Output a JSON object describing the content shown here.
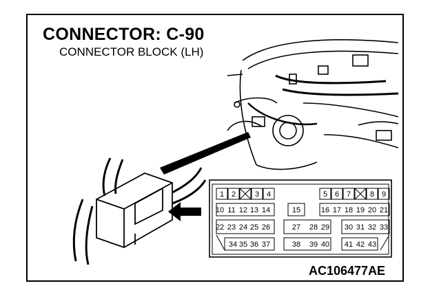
{
  "title": "CONNECTOR: C-90",
  "subtitle": "CONNECTOR BLOCK (LH)",
  "figure_code": "AC106477AE",
  "connector": {
    "row1": [
      "1",
      "2",
      "3",
      "4",
      "5",
      "6",
      "7",
      "8",
      "9"
    ],
    "row2": [
      "10",
      "11",
      "12",
      "13",
      "14",
      "15",
      "16",
      "17",
      "18",
      "19",
      "20",
      "21"
    ],
    "row3": [
      "22",
      "23",
      "24",
      "25",
      "26",
      "27",
      "28",
      "29",
      "30",
      "31",
      "32",
      "33"
    ],
    "row4": [
      "34",
      "35",
      "36",
      "37",
      "38",
      "39",
      "40",
      "41",
      "42",
      "43"
    ]
  }
}
